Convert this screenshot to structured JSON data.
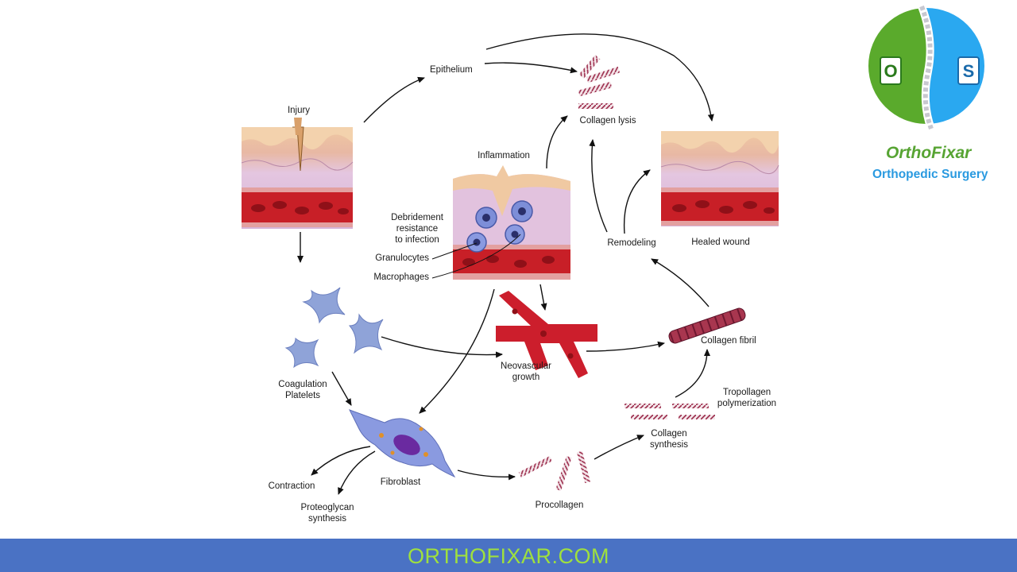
{
  "brand": {
    "name": "OrthoFixar",
    "subtitle": "Orthopedic Surgery",
    "logo_letters": [
      "O",
      "S"
    ],
    "colors": {
      "green": "#57a433",
      "blue": "#2aa4ef"
    }
  },
  "diagram": {
    "labels": {
      "injury": "Injury",
      "epithelium": "Epithelium",
      "collagen_lysis": "Collagen lysis",
      "inflammation": "Inflammation",
      "debridement": "Debridement\nresistance\nto infection",
      "granulocytes": "Granulocytes",
      "macrophages": "Macrophages",
      "remodeling": "Remodeling",
      "healed_wound": "Healed wound",
      "coagulation": "Coagulation\nPlatelets",
      "neovascular": "Neovascular\ngrowth",
      "collagen_fibril": "Collagen fibril",
      "tropollagen": "Tropollagen\npolymerization",
      "collagen_synthesis": "Collagen\nsynthesis",
      "contraction": "Contraction",
      "proteoglycan": "Proteoglycan\nsynthesis",
      "fibroblast": "Fibroblast",
      "procollagen": "Procollagen"
    }
  },
  "footer": {
    "text": "ORTHOFIXAR.COM",
    "background": "#4a72c4",
    "text_color": "#9fe03e"
  }
}
